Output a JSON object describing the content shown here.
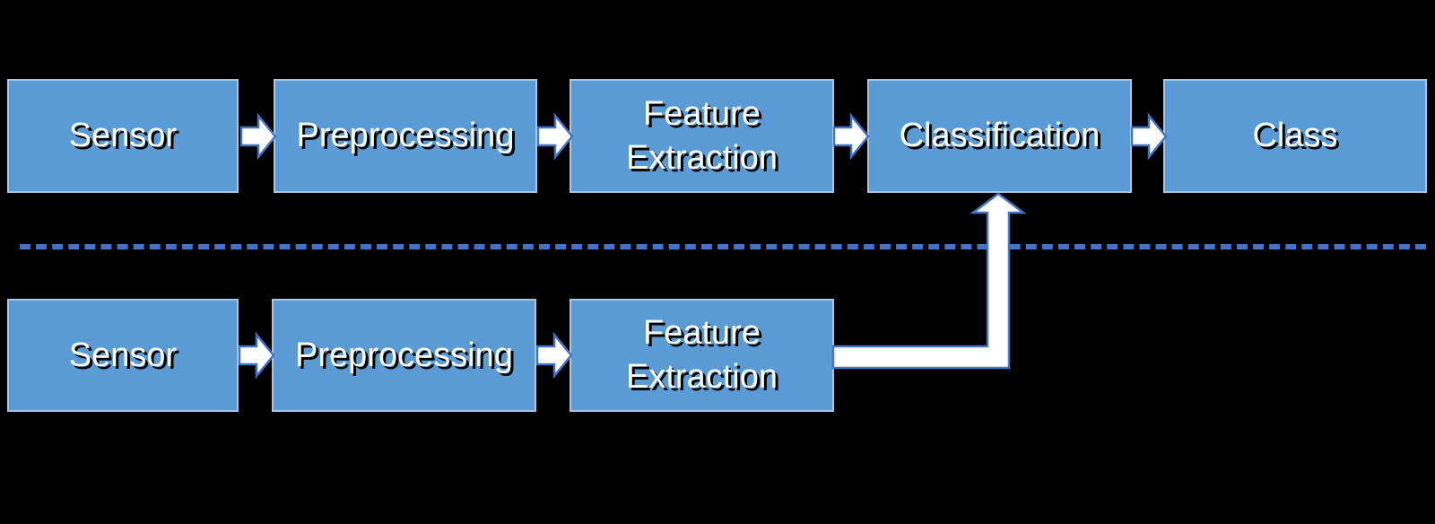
{
  "diagram": {
    "title": "Two-row sensor classification pipeline block diagram",
    "background_color": "#000000",
    "box_fill_color": "#5B9BD5",
    "box_border_color": "#A5C8E8",
    "arrow_fill_color": "#FFFFFF",
    "arrow_border_color": "#4472C4",
    "separator_color": "#4472C4",
    "text_color": "#FFFFFF",
    "rows": [
      {
        "name": "top-pipeline",
        "boxes": [
          {
            "id": "sensor-top",
            "label": "Sensor"
          },
          {
            "id": "preprocessing-top",
            "label": "Preprocessing"
          },
          {
            "id": "feature-extraction-top",
            "label": "Feature\nExtraction"
          },
          {
            "id": "classification",
            "label": "Classification"
          },
          {
            "id": "class",
            "label": "Class"
          }
        ],
        "connectors": [
          {
            "id": "arrow-sensor-to-preprocessing-top",
            "type": "arrow-right"
          },
          {
            "id": "arrow-preprocessing-to-feature-top",
            "type": "arrow-right"
          },
          {
            "id": "arrow-feature-to-classification",
            "type": "arrow-right"
          },
          {
            "id": "arrow-classification-to-class",
            "type": "arrow-right"
          }
        ]
      },
      {
        "name": "bottom-pipeline",
        "boxes": [
          {
            "id": "sensor-bottom",
            "label": "Sensor"
          },
          {
            "id": "preprocessing-bottom",
            "label": "Preprocessing"
          },
          {
            "id": "feature-extraction-bottom",
            "label": "Feature\nExtraction"
          }
        ],
        "connectors": [
          {
            "id": "arrow-sensor-to-preprocessing-bottom",
            "type": "arrow-right"
          },
          {
            "id": "arrow-preprocessing-to-feature-bottom",
            "type": "arrow-right"
          },
          {
            "id": "arrow-feature-bottom-to-classification",
            "type": "elbow-arrow-up"
          }
        ]
      }
    ],
    "separator": {
      "id": "dashed-separator",
      "style": "dashed",
      "color": "#4472C4"
    }
  }
}
